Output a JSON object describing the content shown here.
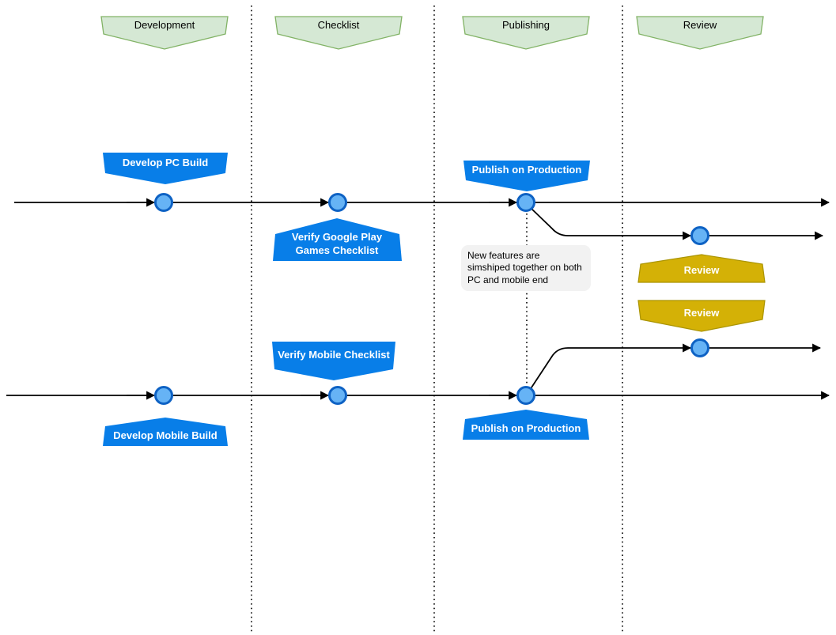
{
  "colors": {
    "line": "#000000",
    "green_fill": "#D5E8D4",
    "green_stroke": "#82B366",
    "blue_fill": "#087EE8",
    "yellow_fill": "#D4B106",
    "yellow_stroke": "#AA9400",
    "node_fill": "#66B3F5",
    "node_stroke": "#0E62C4",
    "note_bg": "#F2F2F2"
  },
  "phases": [
    {
      "label": "Development"
    },
    {
      "label": "Checklist"
    },
    {
      "label": "Publishing"
    },
    {
      "label": "Review"
    }
  ],
  "milestones": {
    "develop_pc": "Develop PC Build",
    "verify_gpg": "Verify Google Play Games Checklist",
    "publish_top": "Publish on Production",
    "review_top": "Review",
    "review_bottom": "Review",
    "verify_mobile": "Verify Mobile Checklist",
    "publish_bottom": "Publish on Production",
    "develop_mobile": "Develop Mobile Build"
  },
  "note": {
    "text": "New features are simshiped together on both PC and mobile end"
  }
}
